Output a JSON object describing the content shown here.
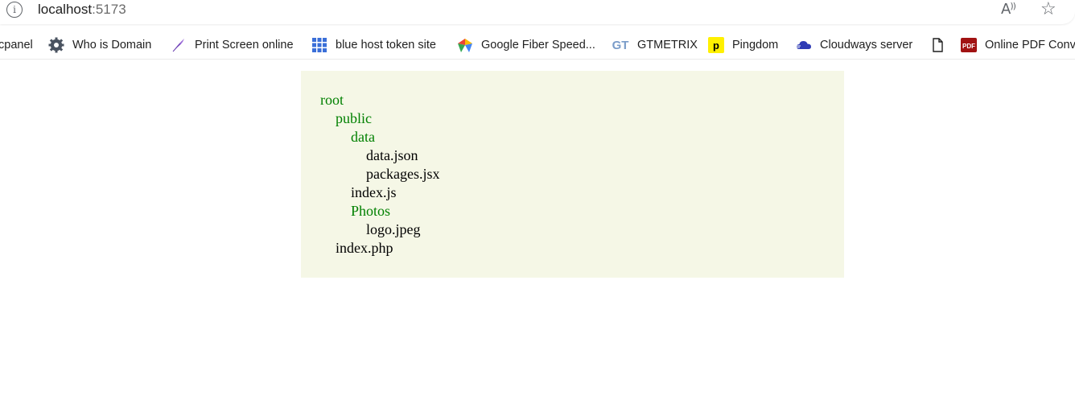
{
  "address_bar": {
    "host": "localhost",
    "port": ":5173",
    "icons": [
      "info-icon",
      "read-aloud-icon",
      "favorite-star-icon"
    ]
  },
  "bookmarks": [
    {
      "label": "cpanel",
      "icon": "none"
    },
    {
      "label": "Who is Domain",
      "icon": "gear-icon"
    },
    {
      "label": "Print Screen online",
      "icon": "feather-icon"
    },
    {
      "label": "blue host token site",
      "icon": "grid-icon"
    },
    {
      "label": "Google Fiber Speed...",
      "icon": "google-fiber-icon"
    },
    {
      "label": "GTMETRIX",
      "icon": "gt-icon"
    },
    {
      "label": "Pingdom",
      "icon": "pingdom-icon"
    },
    {
      "label": "Cloudways server",
      "icon": "cloud-icon"
    },
    {
      "label": "",
      "icon": "page-icon"
    },
    {
      "label": "Online PDF Conv",
      "icon": "pdf-icon"
    }
  ],
  "tree": [
    {
      "name": "root",
      "type": "folder",
      "depth": 0
    },
    {
      "name": "public",
      "type": "folder",
      "depth": 1
    },
    {
      "name": "data",
      "type": "folder",
      "depth": 2
    },
    {
      "name": "data.json",
      "type": "file",
      "depth": 3
    },
    {
      "name": "packages.jsx",
      "type": "file",
      "depth": 3
    },
    {
      "name": "index.js",
      "type": "file",
      "depth": 2
    },
    {
      "name": "Photos",
      "type": "folder",
      "depth": 2
    },
    {
      "name": "logo.jpeg",
      "type": "file",
      "depth": 3
    },
    {
      "name": "index.php",
      "type": "file",
      "depth": 1
    }
  ],
  "colors": {
    "folder": "#008000",
    "file": "#000000",
    "tree_background": "#f5f7e6"
  }
}
